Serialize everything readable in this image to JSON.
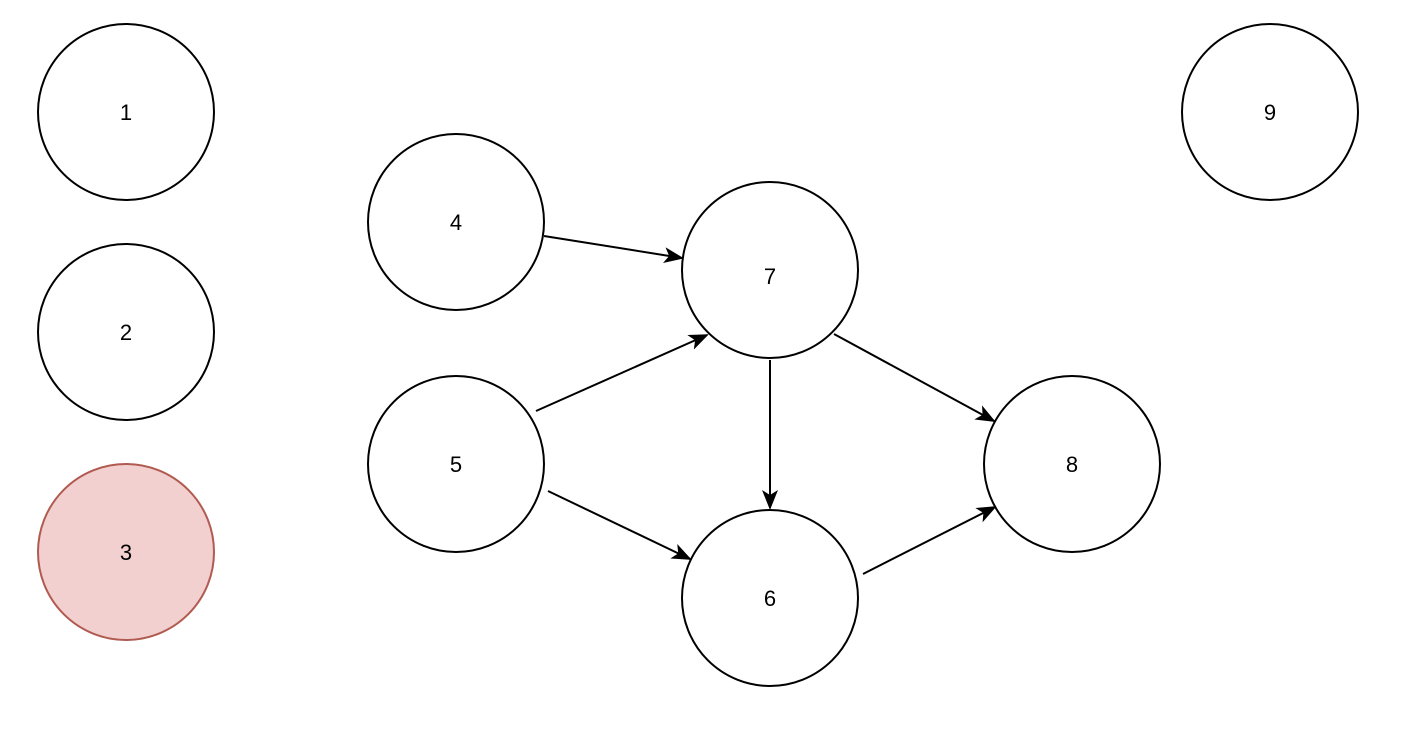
{
  "diagram": {
    "nodes": [
      {
        "id": "n1",
        "label": "1",
        "highlighted": false
      },
      {
        "id": "n2",
        "label": "2",
        "highlighted": false
      },
      {
        "id": "n3",
        "label": "3",
        "highlighted": true
      },
      {
        "id": "n4",
        "label": "4",
        "highlighted": false
      },
      {
        "id": "n5",
        "label": "5",
        "highlighted": false
      },
      {
        "id": "n6",
        "label": "6",
        "highlighted": false
      },
      {
        "id": "n7",
        "label": "7",
        "highlighted": false
      },
      {
        "id": "n8",
        "label": "8",
        "highlighted": false
      },
      {
        "id": "n9",
        "label": "9",
        "highlighted": false
      }
    ],
    "edges": [
      {
        "from": "4",
        "to": "7"
      },
      {
        "from": "5",
        "to": "7"
      },
      {
        "from": "5",
        "to": "6"
      },
      {
        "from": "7",
        "to": "6"
      },
      {
        "from": "7",
        "to": "8"
      },
      {
        "from": "6",
        "to": "8"
      }
    ],
    "colors": {
      "node_fill": "#ffffff",
      "node_stroke": "#000000",
      "highlight_fill": "#f2d0d0",
      "highlight_stroke": "#b05a50",
      "edge": "#000000"
    }
  }
}
